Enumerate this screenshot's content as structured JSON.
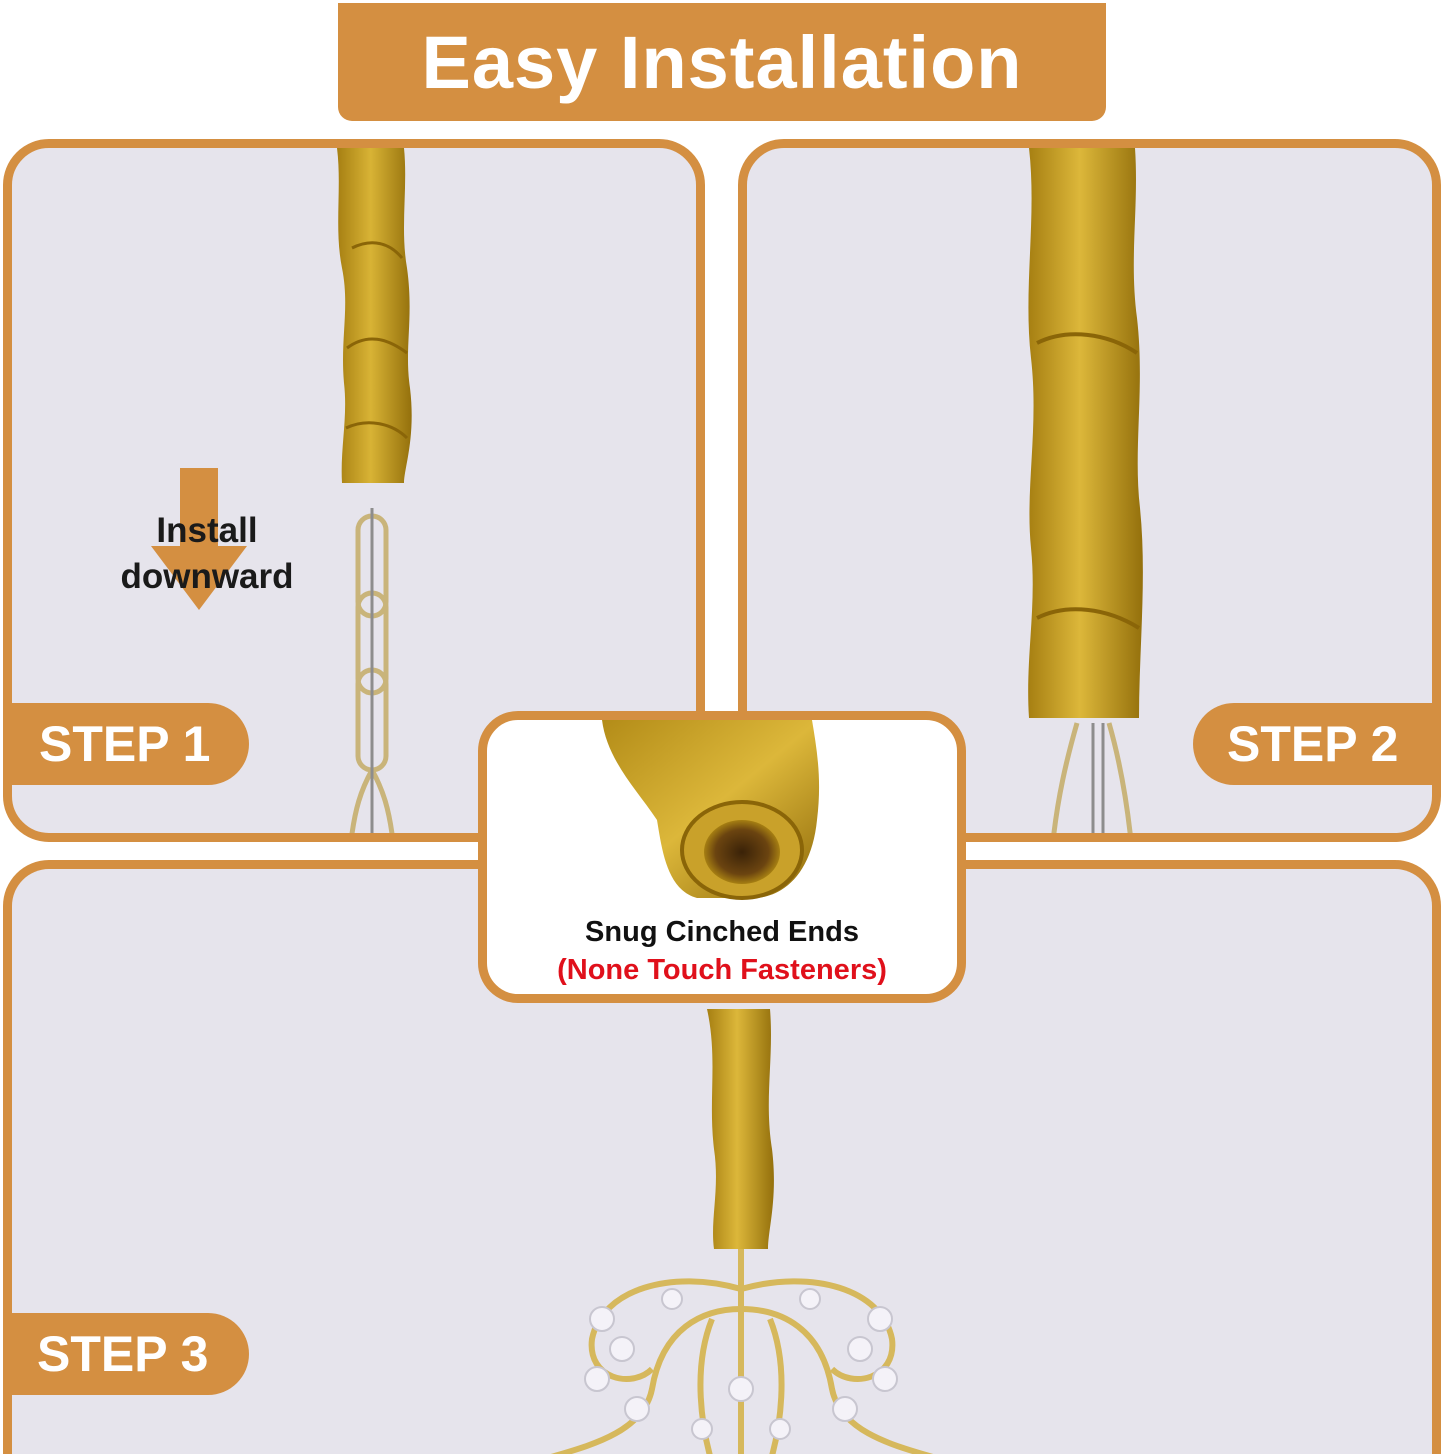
{
  "title": "Easy Installation",
  "step1": {
    "label": "STEP 1",
    "instruction_line1": "Install",
    "instruction_line2": "downward"
  },
  "step2": {
    "label": "STEP 2"
  },
  "step3": {
    "label": "STEP 3"
  },
  "callout": {
    "line1": "Snug Cinched Ends",
    "line2": "(None Touch Fasteners)"
  },
  "colors": {
    "accent": "#d48f41",
    "panel_bg": "#e6e4ec",
    "velvet": "#c9a12a",
    "warning_text": "#e0101b"
  },
  "icons": [
    "arrow-down-icon"
  ]
}
